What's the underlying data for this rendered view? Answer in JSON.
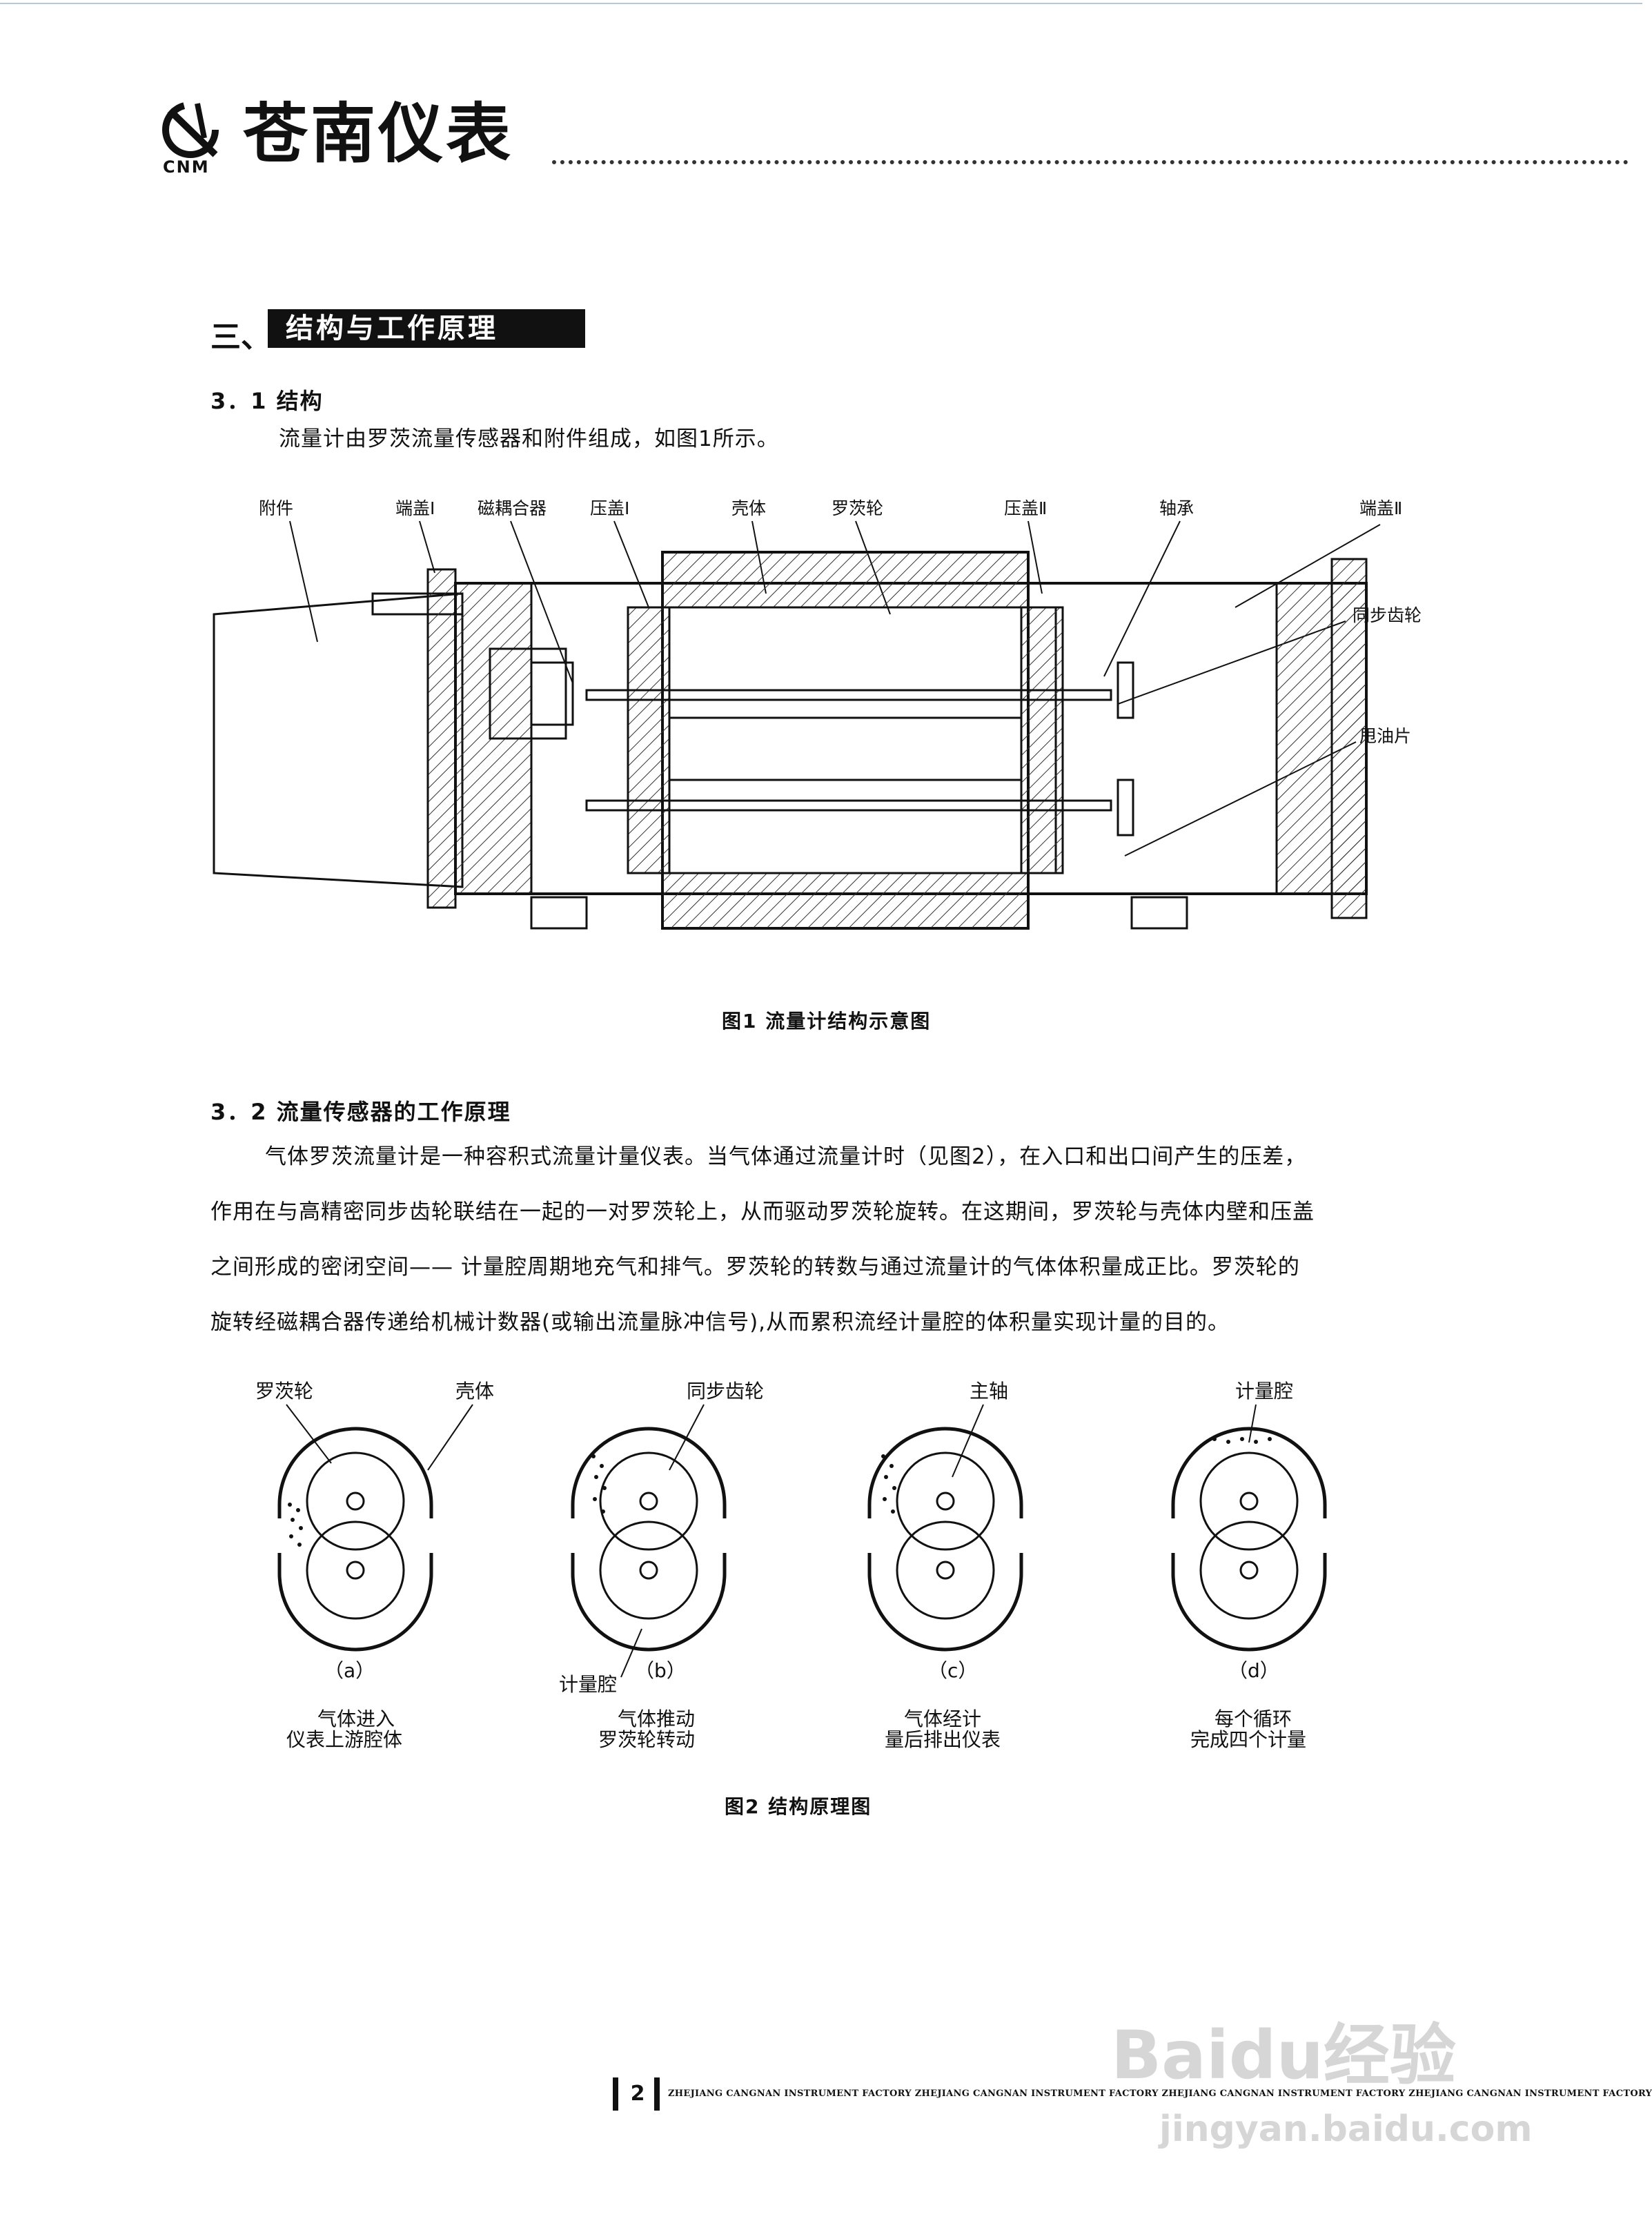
{
  "header": {
    "brand_name": "苍南仪表",
    "brand_abbr": "CNM"
  },
  "section": {
    "number": "三、",
    "title": "结构与工作原理"
  },
  "s31": {
    "heading": "3．1 结构",
    "text": "流量计由罗茨流量传感器和附件组成，如图1所示。"
  },
  "fig1": {
    "labels": [
      "附件",
      "端盖Ⅰ",
      "磁耦合器",
      "压盖Ⅰ",
      "壳体",
      "罗茨轮",
      "压盖Ⅱ",
      "轴承",
      "端盖Ⅱ",
      "同步齿轮",
      "甩油片"
    ],
    "caption": "图1 流量计结构示意图"
  },
  "s32": {
    "heading": "3．2 流量传感器的工作原理",
    "lines": [
      "气体罗茨流量计是一种容积式流量计量仪表。当气体通过流量计时（见图2），在入口和出口间产生的压差，",
      "作用在与高精密同步齿轮联结在一起的一对罗茨轮上，从而驱动罗茨轮旋转。在这期间，罗茨轮与壳体内壁和压盖",
      "之间形成的密闭空间—— 计量腔周期地充气和排气。罗茨轮的转数与通过流量计的气体体积量成正比。罗茨轮的",
      "旋转经磁耦合器传递给机械计数器(或输出流量脉冲信号),从而累积流经计量腔的体积量实现计量的目的。"
    ]
  },
  "fig2": {
    "panels": [
      {
        "top_labels": [
          "罗茨轮",
          "壳体"
        ],
        "letter": "（a）",
        "desc1": "气体进入",
        "desc2": "仪表上游腔体"
      },
      {
        "top_labels": [
          "同步齿轮"
        ],
        "bottom_label": "计量腔",
        "letter": "（b）",
        "desc1": "气体推动",
        "desc2": "罗茨轮转动"
      },
      {
        "top_labels": [
          "主轴"
        ],
        "letter": "（c）",
        "desc1": "气体经计",
        "desc2": "量后排出仪表"
      },
      {
        "top_labels": [
          "计量腔"
        ],
        "letter": "（d）",
        "desc1": "每个循环",
        "desc2": "完成四个计量"
      }
    ],
    "caption": "图2 结构原理图"
  },
  "footer": {
    "page": "2",
    "text": "ZHEJIANG CANGNAN INSTRUMENT FACTORY ZHEJIANG CANGNAN INSTRUMENT FACTORY ZHEJIANG CANGNAN INSTRUMENT FACTORY ZHEJIANG CANGNAN INSTRUMENT FACTORY"
  },
  "watermark": {
    "text1": "Baidu经验",
    "text2": "jingyan.baidu.com"
  }
}
